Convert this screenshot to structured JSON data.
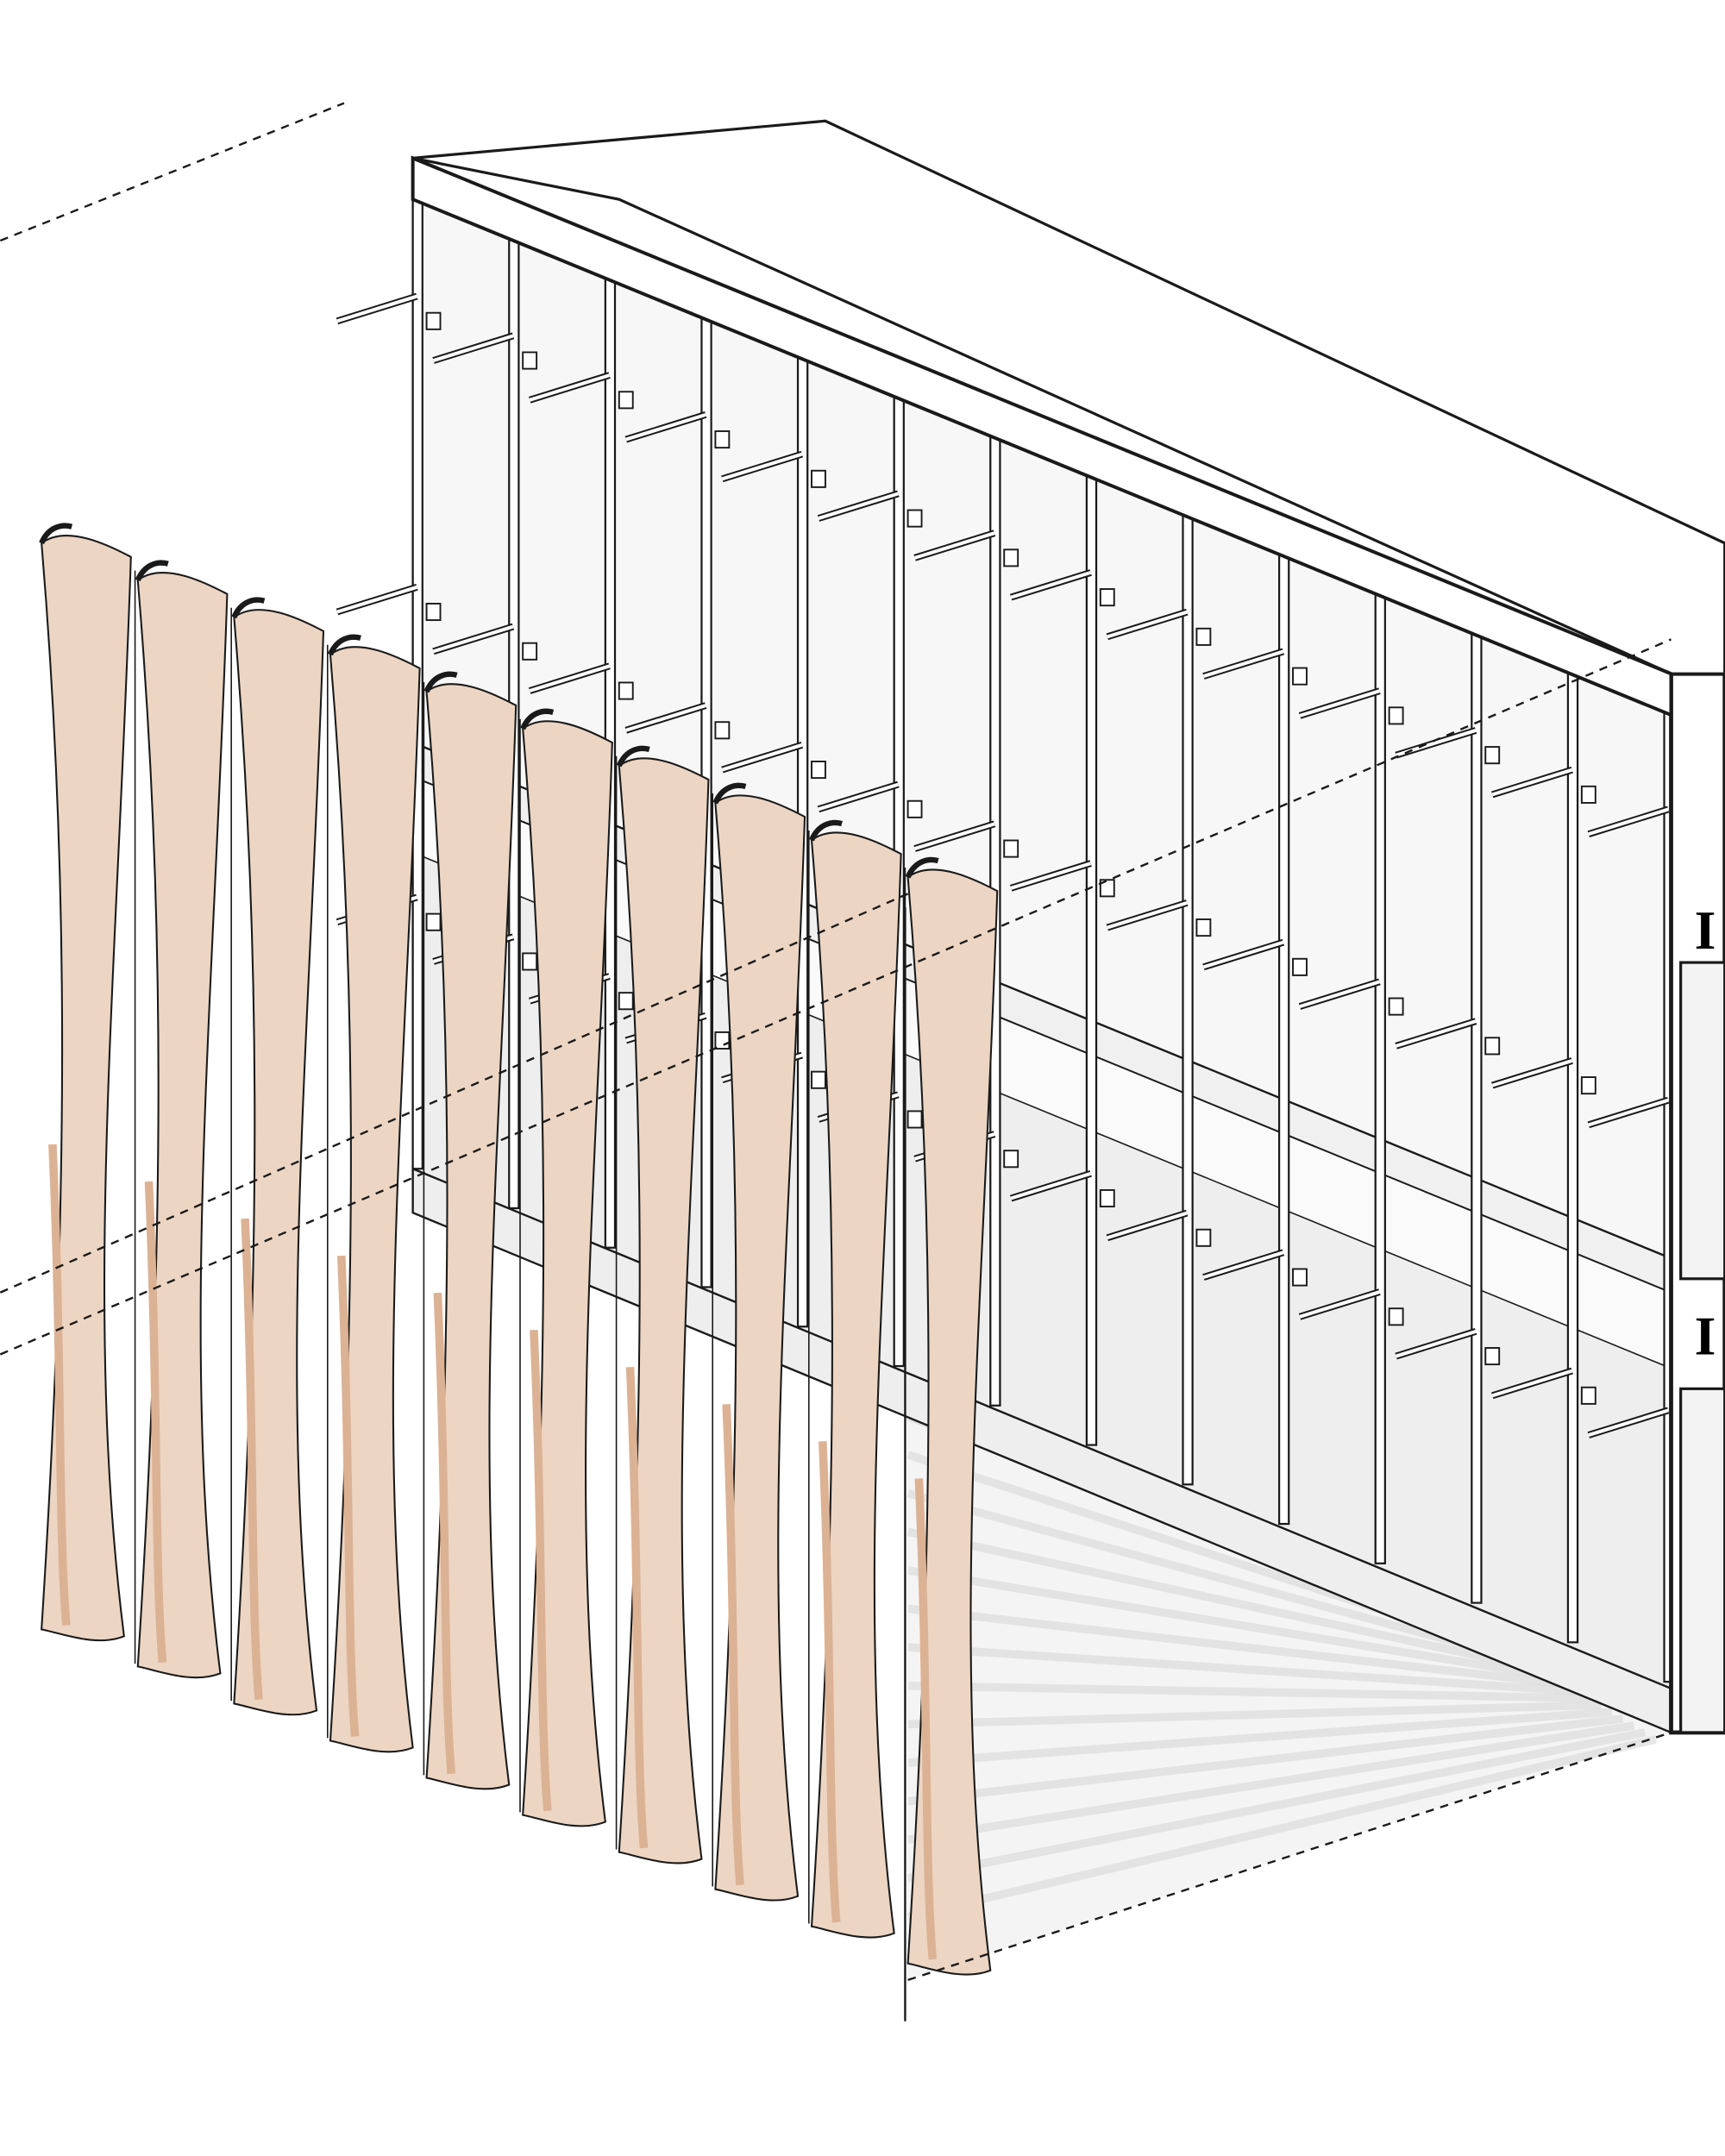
{
  "drawing": {
    "kind": "axonometric facade detail",
    "colors": {
      "line": "#1a1a1a",
      "fin_fill": "#ecd5c3",
      "fin_shade": "#dcb294",
      "glass": "#e9e9e9",
      "glass_dark": "#9a9f9f",
      "shadow": "#d8d8d8"
    },
    "fin_count": 10,
    "mullion_count": 14
  }
}
